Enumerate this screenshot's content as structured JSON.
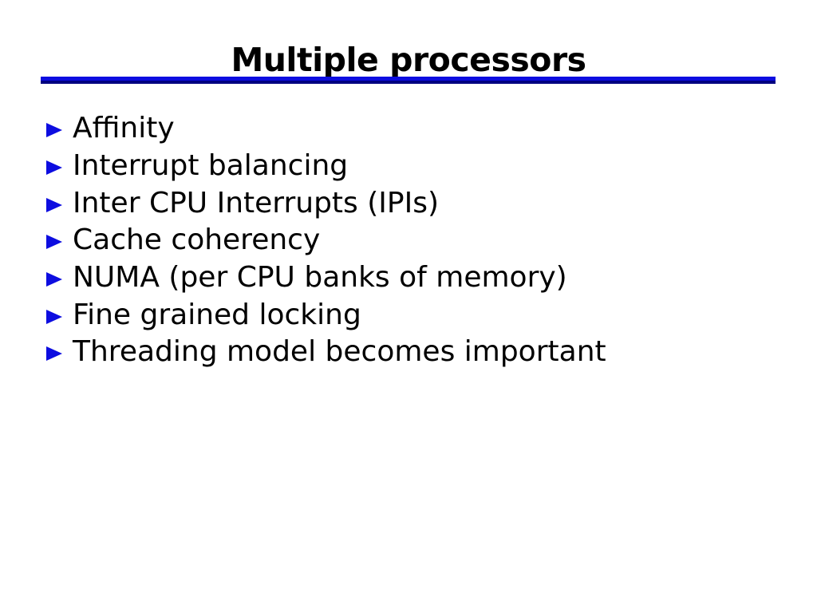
{
  "slide": {
    "title": "Multiple processors",
    "bullets": [
      "Affinity",
      "Interrupt balancing",
      "Inter CPU Interrupts (IPIs)",
      "Cache coherency",
      "NUMA (per CPU banks of memory)",
      "Fine grained locking",
      "Threading model becomes important"
    ],
    "colors": {
      "background": "#ffffff",
      "text": "#000000",
      "bullet": "#0d0de0",
      "rule_top": "#0d0de0",
      "rule_bottom": "#000080"
    }
  }
}
